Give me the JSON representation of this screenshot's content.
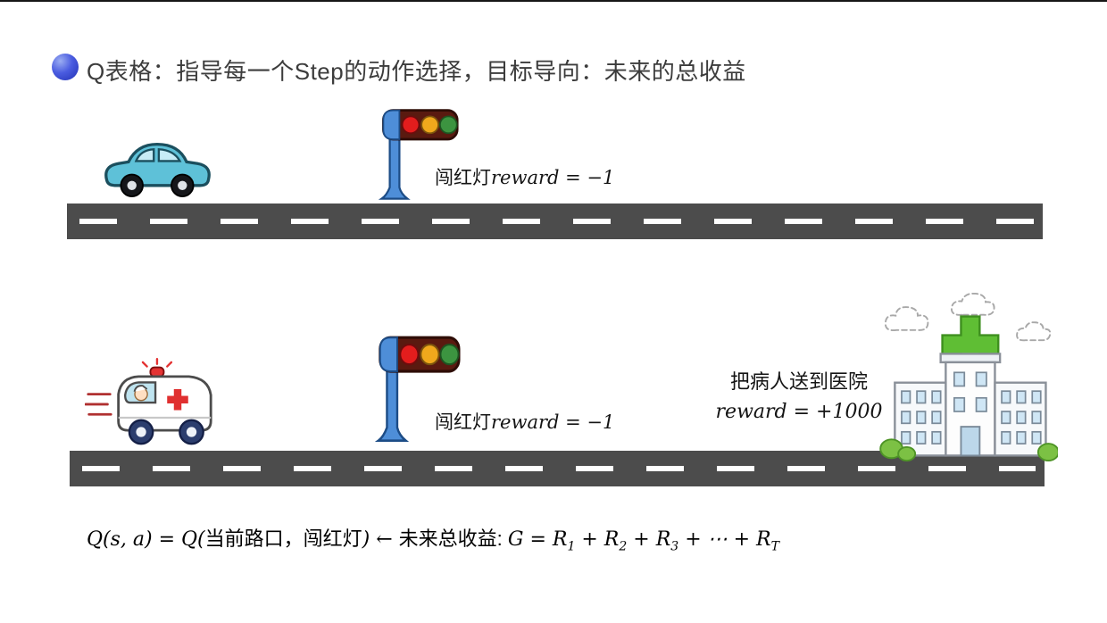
{
  "slide": {
    "title": "Q表格：指导每一个Step的动作选择，目标导向：未来的总收益"
  },
  "scene_top": {
    "reward_label_cn": "闯红灯",
    "reward_label_math": "reward = −1"
  },
  "scene_bottom": {
    "reward_label_cn": "闯红灯",
    "reward_label_math": "reward = −1",
    "goal_label_cn": "把病人送到医院",
    "goal_label_math": "reward = +1000"
  },
  "formula": {
    "part1": "Q(s, a) = Q(",
    "part2": "当前路口，闯红灯",
    "part3": ") ← ",
    "part4": "未来总收益: ",
    "part5": "G = R",
    "sub1": "1",
    "part6": " + R",
    "sub2": "2",
    "part7": " + R",
    "sub3": "3",
    "part8": " + ⋯ + R",
    "subT": "T"
  },
  "icons": {
    "bullet": "blue-sphere-bullet",
    "car": "cartoon-car",
    "traffic_light": "traffic-light",
    "ambulance": "ambulance",
    "hospital": "hospital-with-green-cross"
  },
  "colors": {
    "road": "#4c4c4c",
    "road_dash": "#ffffff",
    "title_text": "#3c3c3c",
    "bullet_blue": "#3949c8",
    "lamp_red": "#e31d1d",
    "lamp_yellow": "#f0a81c",
    "lamp_green": "#3c9440",
    "cross_green": "#5fbe34",
    "car_teal": "#5ec1d8"
  }
}
